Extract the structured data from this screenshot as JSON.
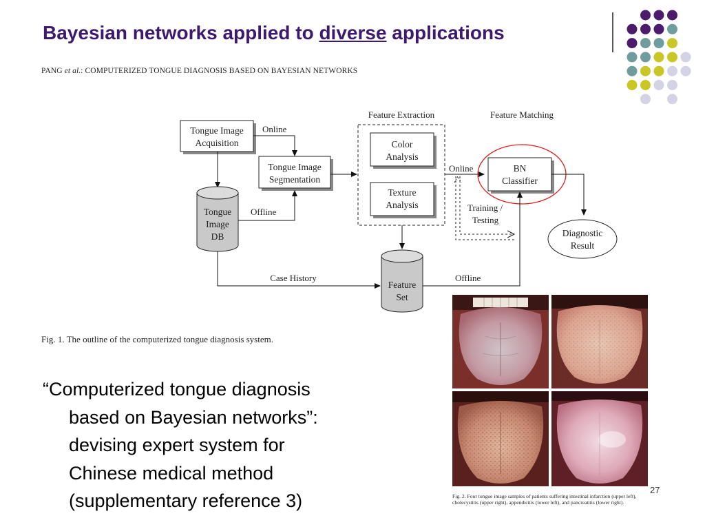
{
  "slide": {
    "title_before": "Bayesian networks applied to ",
    "title_underlined": "diverse",
    "title_after": " applications",
    "page_number": "27"
  },
  "paper": {
    "header_author": "PANG ",
    "header_etal": "et al.",
    "header_rest": ": COMPUTERIZED TONGUE DIAGNOSIS BASED ON BAYESIAN NETWORKS",
    "fig1_caption": "Fig. 1.   The outline of the computerized tongue diagnosis system.",
    "fig2_caption": "Fig. 2.   Four tongue image samples of patients suffering intestinal infarction (upper left), cholecystitis (upper right), appendicitis (lower left), and pancreatitis (lower right)."
  },
  "diagram": {
    "acq_line1": "Tongue Image",
    "acq_line2": "Acquisition",
    "online1": "Online",
    "seg_line1": "Tongue Image",
    "seg_line2": "Segmentation",
    "db_line1": "Tongue",
    "db_line2": "Image",
    "db_line3": "DB",
    "offline1": "Offline",
    "feature_extraction": "Feature Extraction",
    "feature_matching": "Feature Matching",
    "color_line1": "Color",
    "color_line2": "Analysis",
    "texture_line1": "Texture",
    "texture_line2": "Analysis",
    "online2": "Online",
    "bn_line1": "BN",
    "bn_line2": "Classifier",
    "training": "Training /",
    "testing": "Testing",
    "diag_line1": "Diagnostic",
    "diag_line2": "Result",
    "case_history": "Case History",
    "offline2": "Offline",
    "fs_line1": "Feature",
    "fs_line2": "Set"
  },
  "quote": {
    "line1": "“Computerized tongue diagnosis",
    "line2": "based on Bayesian networks”:",
    "line3": "devising expert system for",
    "line4": "Chinese medical method",
    "line5": "(supplementary reference 3)"
  },
  "colors": {
    "title": "#3d1a6e",
    "dot_purple": "#4b1c6b",
    "dot_teal": "#6f9d9d",
    "dot_yellow": "#c9c725",
    "dot_lavender": "#d4d3e6",
    "highlight_circle": "#e01b1b"
  }
}
